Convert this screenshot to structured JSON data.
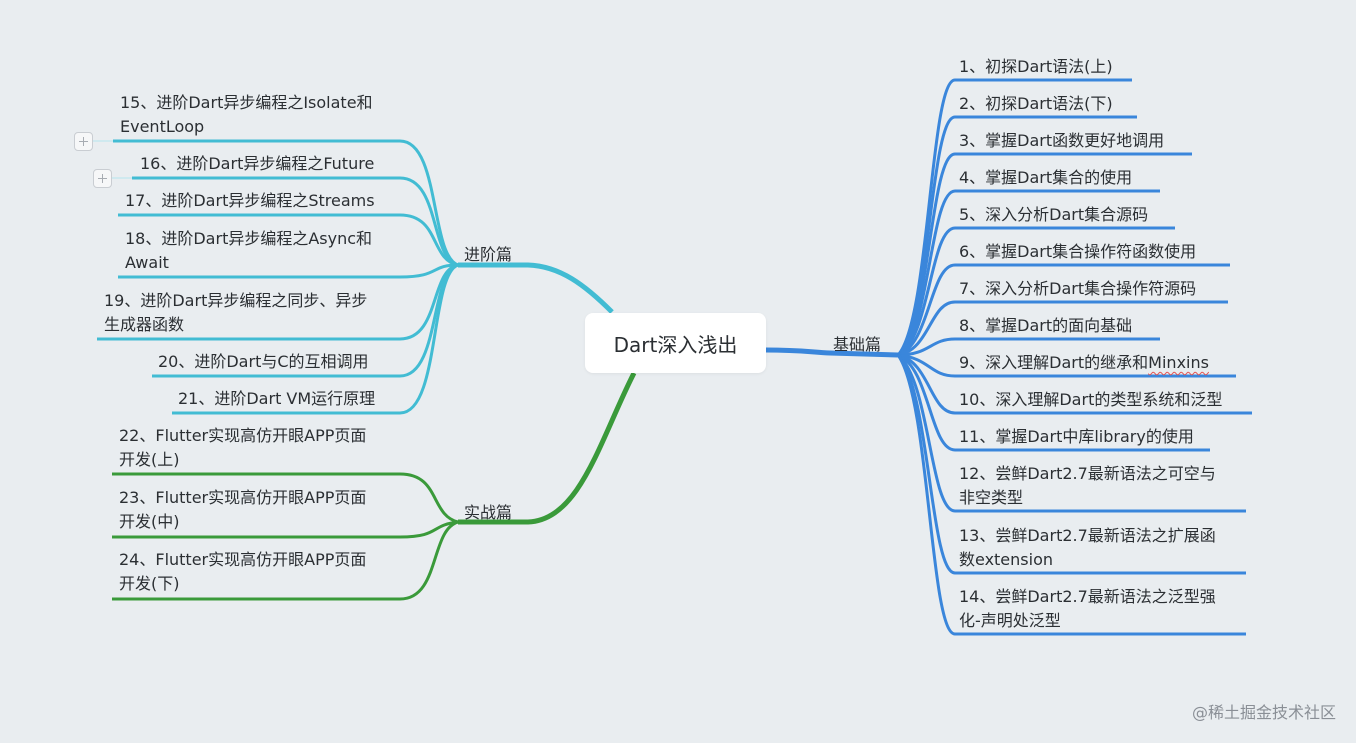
{
  "center": {
    "label": "Dart深入浅出"
  },
  "branches": {
    "basic": {
      "label": "基础篇",
      "color": "#3a86db",
      "items": [
        "1、初探Dart语法(上)",
        "2、初探Dart语法(下)",
        "3、掌握Dart函数更好地调用",
        "4、掌握Dart集合的使用",
        "5、深入分析Dart集合源码",
        "6、掌握Dart集合操作符函数使用",
        "7、深入分析Dart集合操作符源码",
        "8、掌握Dart的面向基础",
        "9、深入理解Dart的继承和",
        "Minxins",
        "10、深入理解Dart的类型系统和泛型",
        "11、掌握Dart中库library的使用",
        "12、尝鲜Dart2.7最新语法之可空与",
        "非空类型",
        "13、尝鲜Dart2.7最新语法之扩展函",
        "数extension",
        "14、尝鲜Dart2.7最新语法之泛型强",
        "化-声明处泛型"
      ]
    },
    "advanced": {
      "label": "进阶篇",
      "color": "#42bcd3",
      "items": [
        "15、进阶Dart异步编程之Isolate和",
        "EventLoop",
        "16、进阶Dart异步编程之Future",
        "17、进阶Dart异步编程之Streams",
        "18、进阶Dart异步编程之Async和",
        "Await",
        "19、进阶Dart异步编程之同步、异步",
        "生成器函数",
        "20、进阶Dart与C的互相调用",
        "21、进阶Dart VM运行原理"
      ]
    },
    "practice": {
      "label": "实战篇",
      "color": "#3a9a3a",
      "items": [
        "22、Flutter实现高仿开眼APP页面",
        "开发(上)",
        "23、Flutter实现高仿开眼APP页面",
        "开发(中)",
        "24、Flutter实现高仿开眼APP页面",
        "开发(下)"
      ]
    }
  },
  "watermark": "@稀土掘金技术社区"
}
